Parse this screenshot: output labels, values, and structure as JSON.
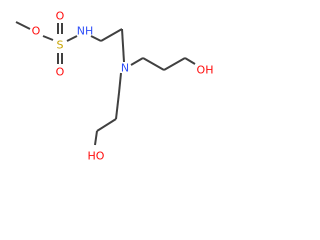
{
  "molecule": {
    "atoms": {
      "o_methoxy": {
        "label": "O",
        "color": "#ff0d0d"
      },
      "s": {
        "label": "S",
        "color": "#c8a400"
      },
      "o_top": {
        "label": "O",
        "color": "#ff0d0d"
      },
      "o_bottom": {
        "label": "O",
        "color": "#ff0d0d"
      },
      "nh": {
        "label": "NH",
        "color": "#3050f8"
      },
      "n": {
        "label": "N",
        "color": "#3050f8"
      },
      "oh_right": {
        "label": "OH",
        "color": "#ff0d0d"
      },
      "ho_left": {
        "label": "HO",
        "color": "#ff0d0d"
      }
    },
    "bond_color": "#404040",
    "background": "#ffffff"
  }
}
